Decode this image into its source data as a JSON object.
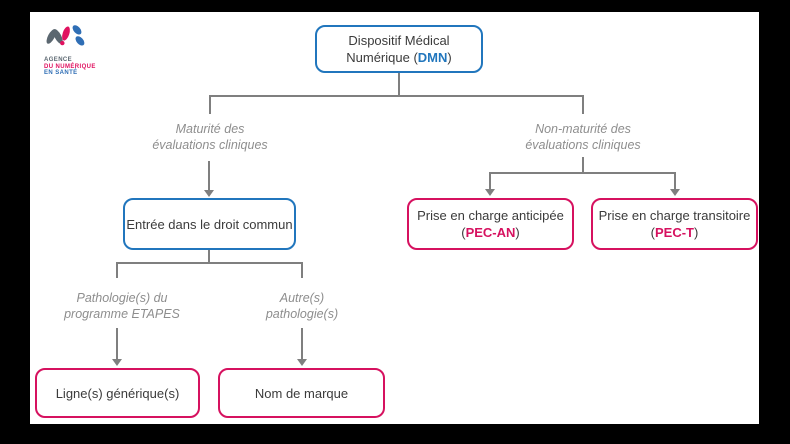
{
  "colors": {
    "blue": "#2176bd",
    "pink": "#d6115f",
    "connector_gray": "#7f7f7f",
    "label_gray": "#8e8e8e",
    "background": "#ffffff",
    "frame": "#000000"
  },
  "logo": {
    "brand": "ANS",
    "line1": "AGENCE",
    "line2": "DU NUMÉRIQUE",
    "line3": "EN SANTÉ"
  },
  "diagram": {
    "root": {
      "line1": "Dispositif Médical",
      "line2_pre": "Numérique (",
      "acronym": "DMN",
      "line2_post": ")"
    },
    "branch_left_label": {
      "line1": "Maturité des",
      "line2": "évaluations cliniques"
    },
    "branch_right_label": {
      "line1": "Non-maturité des",
      "line2": "évaluations cliniques"
    },
    "droit_commun": {
      "label": "Entrée dans le droit commun"
    },
    "pec_an": {
      "line1": "Prise en charge anticipée",
      "line2_pre": "(",
      "acronym": "PEC-AN",
      "line2_post": ")"
    },
    "pec_t": {
      "line1": "Prise en charge transitoire",
      "line2_pre": "(",
      "acronym": "PEC-T",
      "line2_post": ")"
    },
    "etapes_label": {
      "line1": "Pathologie(s) du",
      "line2": "programme ETAPES"
    },
    "autres_label": {
      "line1": "Autre(s)",
      "line2": "pathologie(s)"
    },
    "lignes_generiques": {
      "label": "Ligne(s) générique(s)"
    },
    "nom_de_marque": {
      "label": "Nom de marque"
    }
  }
}
